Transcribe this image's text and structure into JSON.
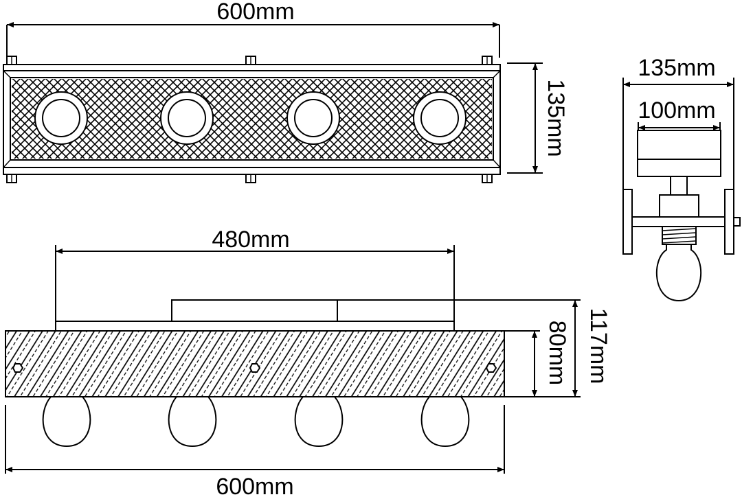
{
  "dimensions": {
    "top_width": "600mm",
    "top_height": "135mm",
    "side_width": "135mm",
    "side_inner_width": "100mm",
    "front_mount_width": "480mm",
    "front_total_height": "117mm",
    "front_body_height": "80mm",
    "front_width": "600mm"
  },
  "colors": {
    "line": "#000000",
    "background": "#ffffff"
  }
}
